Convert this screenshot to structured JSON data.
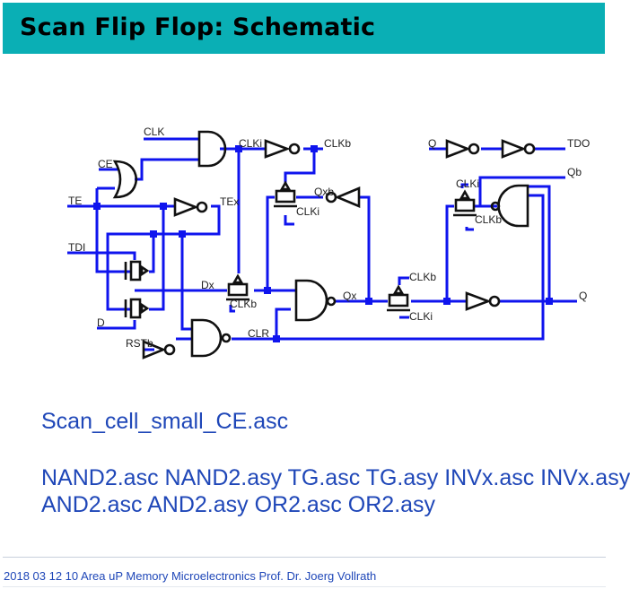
{
  "header": {
    "title": "Scan Flip Flop: Schematic",
    "background": "#0aafb5"
  },
  "schematic": {
    "net_labels": {
      "clk": "CLK",
      "ce": "CE",
      "te": "TE",
      "tdi": "TDI",
      "d": "D",
      "rstb": "RSTb",
      "clki": "CLKi",
      "clkb": "CLKb",
      "tex": "TEx",
      "dx": "Dx",
      "qxb": "Qxb",
      "clki_tg1": "CLKi",
      "clkb_tg_dx": "CLKb",
      "qx": "Qx",
      "clr": "CLR",
      "clkb_tg3": "CLKb",
      "clki_tg3": "CLKi",
      "clki_tg4": "CLKi",
      "clkb_tg4": "CLKb",
      "q_in": "Q",
      "tdo": "TDO",
      "qb": "Qb",
      "q_out": "Q"
    },
    "wire_color": "#0f14ee"
  },
  "files": {
    "main": "Scan_cell_small_CE.asc",
    "line1": "NAND2.asc NAND2.asy TG.asc TG.asy INVx.asc INVx.asy",
    "line2": "AND2.asc AND2.asy OR2.asc OR2.asy"
  },
  "footer": {
    "text": "2018 03 12 10 Area uP Memory Microelectronics Prof. Dr. Joerg Vollrath"
  }
}
